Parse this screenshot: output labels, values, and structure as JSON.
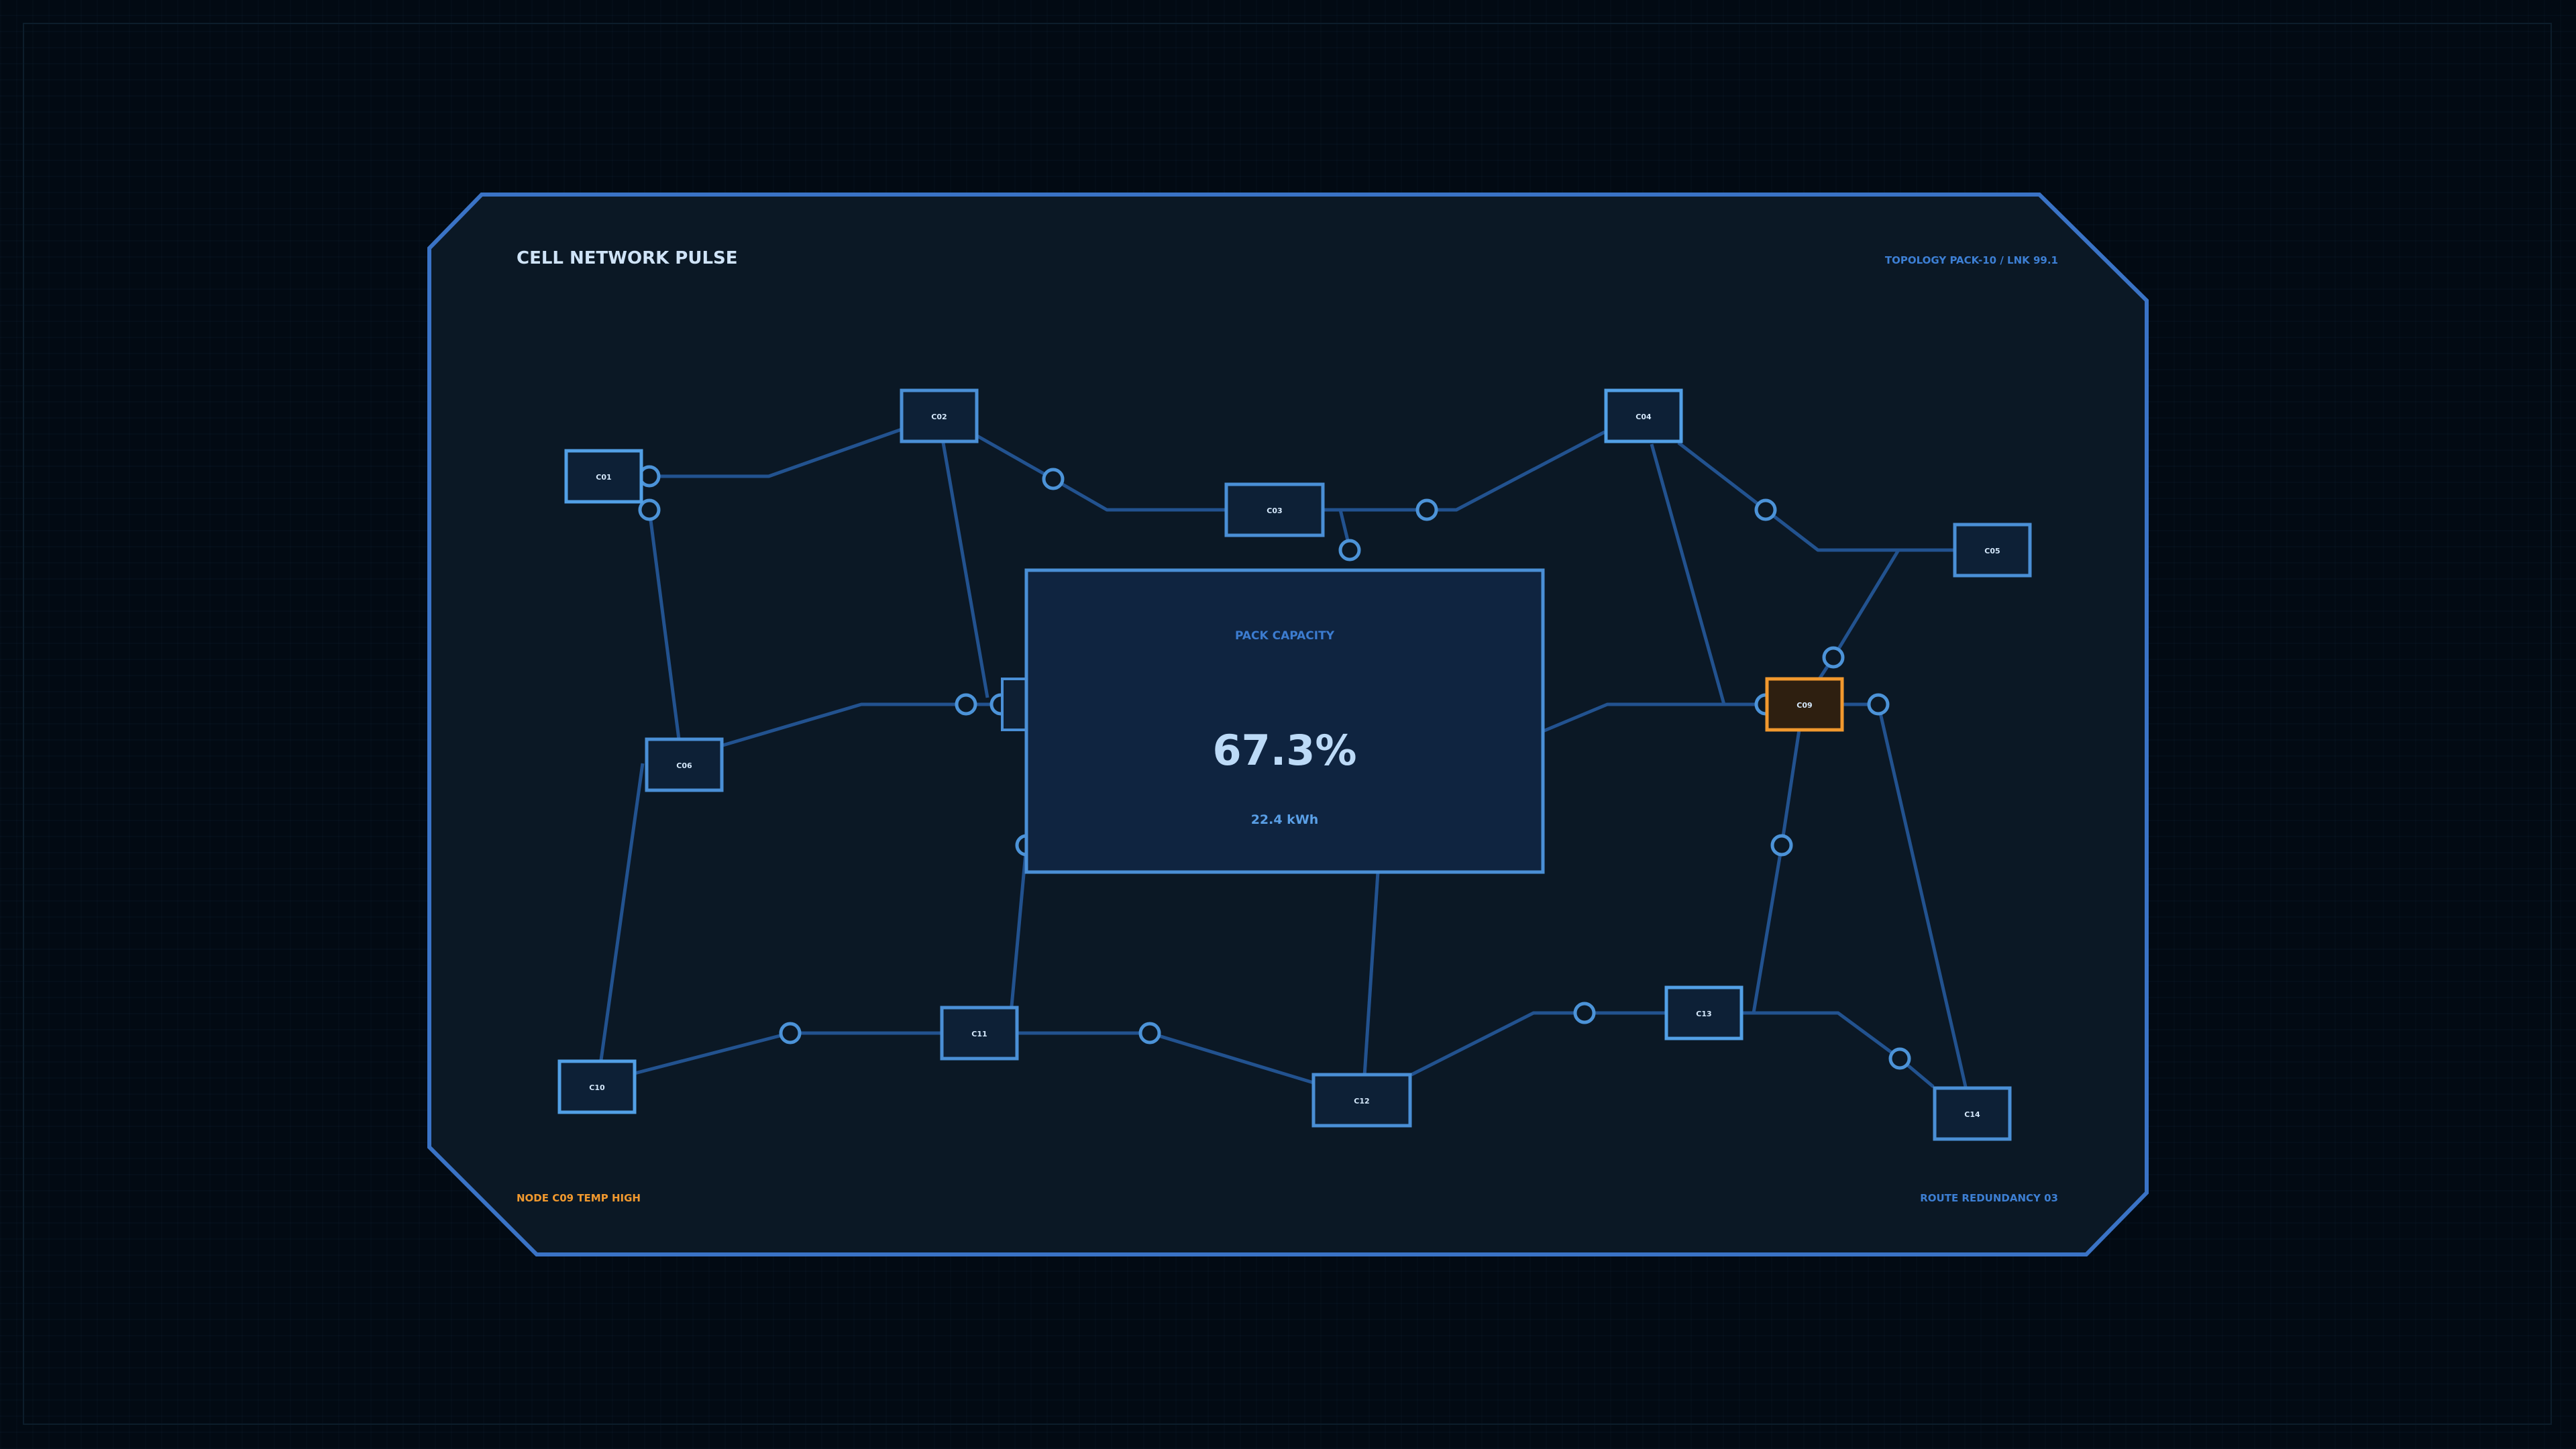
{
  "header": {
    "title": "CELL NETWORK PULSE",
    "topology": "TOPOLOGY PACK-10 / LNK 99.1"
  },
  "footer": {
    "alert": "NODE C09 TEMP HIGH",
    "redundancy": "ROUTE REDUNDANCY 03"
  },
  "panel": {
    "label": "PACK CAPACITY",
    "value": "67.3%",
    "energy": "22.4 kWh"
  },
  "nodes": [
    {
      "id": "c01",
      "label": "C01",
      "status": "normal"
    },
    {
      "id": "c02",
      "label": "C02",
      "status": "normal"
    },
    {
      "id": "c03",
      "label": "C03",
      "status": "normal"
    },
    {
      "id": "c04",
      "label": "C04",
      "status": "normal"
    },
    {
      "id": "c05",
      "label": "C05",
      "status": "normal"
    },
    {
      "id": "c06",
      "label": "C06",
      "status": "normal"
    },
    {
      "id": "c09",
      "label": "C09",
      "status": "alert"
    },
    {
      "id": "c10",
      "label": "C10",
      "status": "normal"
    },
    {
      "id": "c11",
      "label": "C11",
      "status": "normal"
    },
    {
      "id": "c12",
      "label": "C12",
      "status": "normal"
    },
    {
      "id": "c13",
      "label": "C13",
      "status": "normal"
    },
    {
      "id": "c14",
      "label": "C14",
      "status": "normal"
    }
  ],
  "colors": {
    "frame": "#3a73c6",
    "link": "#22528f",
    "node_border": "#4a8fd6",
    "alert": "#f2992e",
    "panel_fill": "#0f2440"
  }
}
